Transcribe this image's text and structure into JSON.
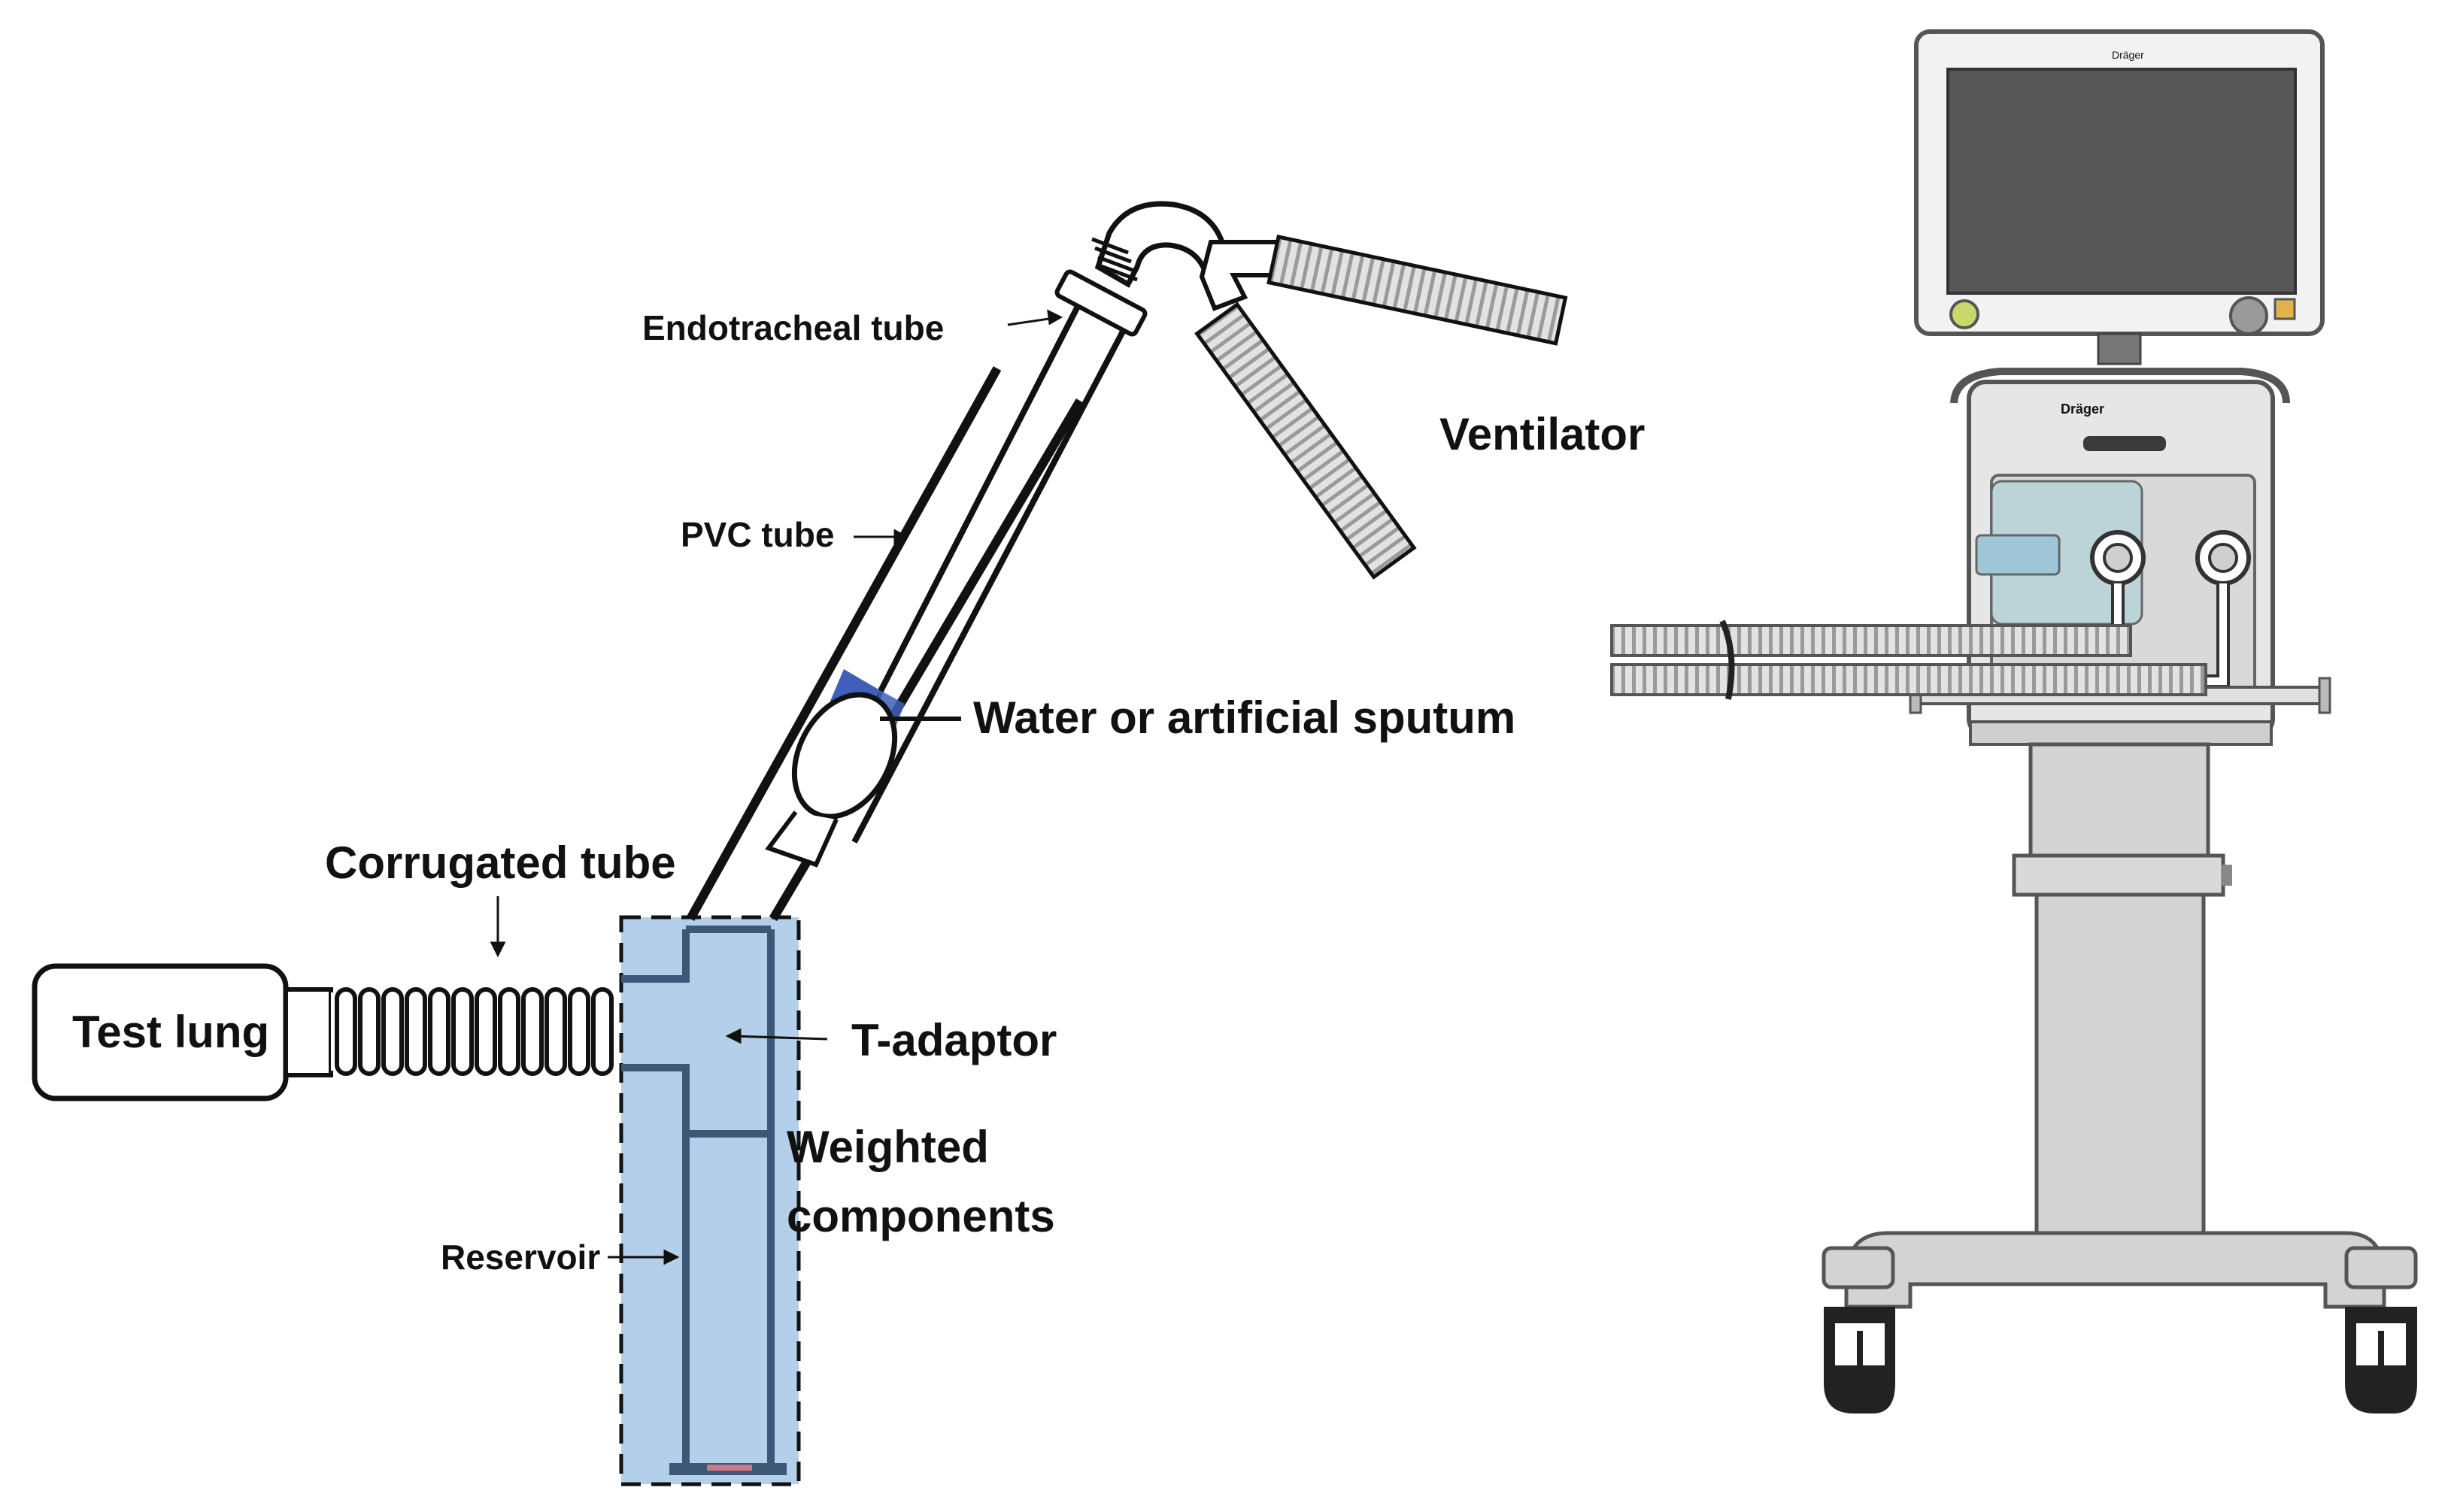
{
  "labels": {
    "endotracheal_tube": "Endotracheal tube",
    "ventilator": "Ventilator",
    "pvc_tube": "PVC tube",
    "water_sputum": "Water or artificial sputum",
    "corrugated_tube": "Corrugated tube",
    "test_lung": "Test lung",
    "t_adaptor": "T-adaptor",
    "weighted_line1": "Weighted",
    "weighted_line2": "components",
    "reservoir": "Reservoir"
  },
  "ventilator_brand": "Dräger",
  "colors": {
    "reservoir_fill": "#b4cfe9",
    "reservoir_outline": "#3b5976",
    "water": "#3f5fb8",
    "screen": "#575757",
    "stand": "#d3d3d3"
  }
}
